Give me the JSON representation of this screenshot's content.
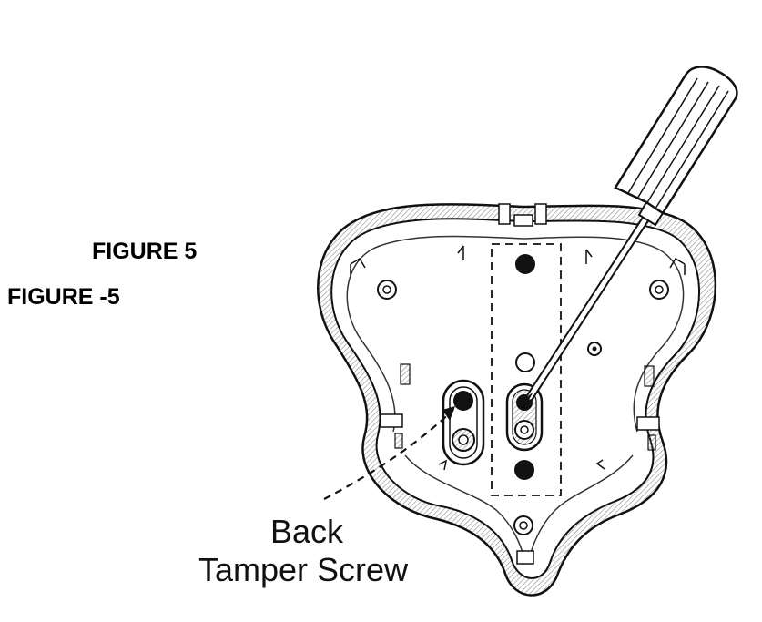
{
  "labels": {
    "figure_title": "FIGURE 5",
    "figure_subtitle": "FIGURE -5"
  },
  "callout": {
    "line1": "Back",
    "line2": "Tamper Screw"
  },
  "icons": {
    "tool": "screwdriver-icon",
    "device": "detector-back-plate-icon"
  },
  "colors": {
    "stroke": "#111111",
    "hatch": "#9a9a9a",
    "fill": "#ffffff"
  }
}
